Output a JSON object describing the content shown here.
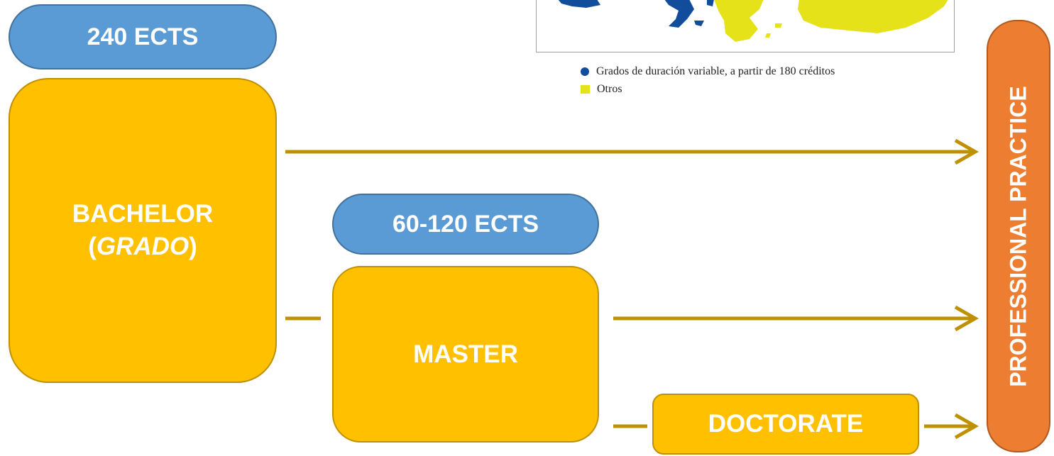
{
  "bachelor": {
    "credits": "240 ECTS",
    "title": "BACHELOR",
    "subtitle_open": "(",
    "subtitle_italic": "GRADO",
    "subtitle_close": ")"
  },
  "master": {
    "credits": "60-120 ECTS",
    "title": "MASTER"
  },
  "doctorate": {
    "title": "DOCTORATE"
  },
  "outcome": {
    "title": "PROFESSIONAL PRACTICE"
  },
  "map_legend": {
    "items": [
      {
        "label": "Grados de duración variable, a partir de 180 créditos",
        "color": "#124d9c"
      },
      {
        "label": "Otros",
        "color": "#e5e21a"
      }
    ]
  },
  "colors": {
    "ects_pill": "#5b9bd5",
    "degree_box": "#ffc000",
    "outcome_bar": "#ed7d31",
    "arrow": "#bf9000"
  }
}
